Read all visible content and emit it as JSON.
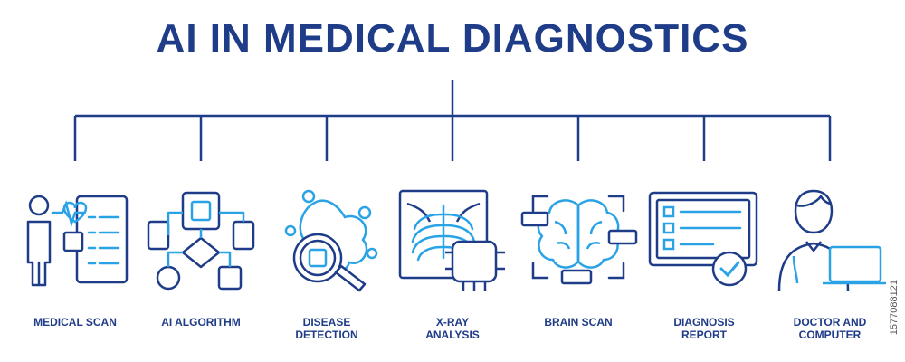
{
  "title": "AI IN MEDICAL DIAGNOSTICS",
  "stock_id": "1577088121",
  "colors": {
    "navy": "#1f3c88",
    "accent": "#2aa3e6"
  },
  "items": [
    {
      "label": "MEDICAL SCAN",
      "icon": "medical-scan-icon"
    },
    {
      "label": "AI ALGORITHM",
      "icon": "ai-algorithm-icon"
    },
    {
      "label": "DISEASE\nDETECTION",
      "icon": "disease-detection-icon"
    },
    {
      "label": "X-RAY\nANALYSIS",
      "icon": "xray-analysis-icon"
    },
    {
      "label": "BRAIN SCAN",
      "icon": "brain-scan-icon"
    },
    {
      "label": "DIAGNOSIS\nREPORT",
      "icon": "diagnosis-report-icon"
    },
    {
      "label": "DOCTOR AND\nCOMPUTER",
      "icon": "doctor-computer-icon"
    }
  ]
}
